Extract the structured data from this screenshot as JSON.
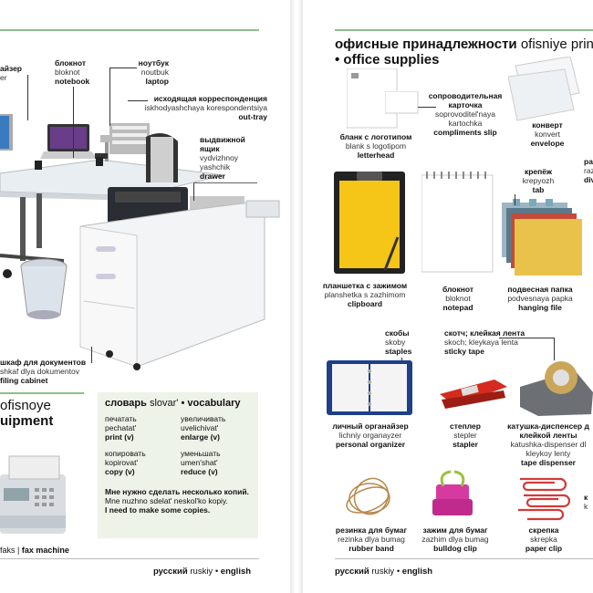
{
  "left": {
    "top_labels": {
      "organizer": {
        "ru": "айзер",
        "tr": "er"
      },
      "notepad": {
        "ru": "блокнот",
        "tr": "bloknot",
        "en": "notebook"
      },
      "laptop": {
        "ru": "ноутбук",
        "tr": "noutbuk",
        "en": "laptop"
      },
      "outtray": {
        "ru": "исходящая корреспонденция",
        "tr": "iskhodyashchaya korespondentsiya",
        "en": "out-tray"
      },
      "drawer": {
        "ru": "выдвижной ящик",
        "tr1": "vydvizhnoy",
        "tr2": "yashchik",
        "en": "drawer"
      },
      "filing": {
        "ru": "шкаф для документов",
        "tr": "shkaf dlya dokumentov",
        "en": "filing cabinet"
      }
    },
    "section": {
      "tr": "ofisnoye",
      "en": "uipment"
    },
    "fax": {
      "tr": "faks",
      "en": "fax machine"
    },
    "vocab": {
      "title_ru": "словарь",
      "title_tr": "slovar'",
      "title_en": "vocabulary",
      "words": [
        {
          "ru": "печатать",
          "tr": "pechatat'",
          "en": "print (v)"
        },
        {
          "ru": "увеличивать",
          "tr": "uvelichivat'",
          "en": "enlarge (v)"
        },
        {
          "ru": "копировать",
          "tr": "kopirovat'",
          "en": "copy (v)"
        },
        {
          "ru": "уменьшать",
          "tr": "umen'shat'",
          "en": "reduce (v)"
        }
      ],
      "sentence_ru": "Мне нужно сделать несколько копий.",
      "sentence_tr": "Mne nuzhno sdelat' neskol'ko kopiy.",
      "sentence_en": "I need to make some copies."
    },
    "footer": {
      "ru": "русский",
      "tr": "ruskiy",
      "en": "english"
    }
  },
  "right": {
    "heading_ru": "офисные принадлежности",
    "heading_tr": "ofisniye prin",
    "heading_en": "office supplies",
    "items": {
      "letterhead": {
        "ru": "бланк с логотипом",
        "tr": "blank s logotipom",
        "en": "letterhead"
      },
      "compliments": {
        "ru": "сопроводительная карточка",
        "tr": "soprovoditel'naya kartochka",
        "en": "compliments slip"
      },
      "envelope": {
        "ru": "конверт",
        "tr": "konvert",
        "en": "envelope"
      },
      "tab": {
        "ru": "крепёж",
        "tr": "krepyozh",
        "en": "tab"
      },
      "divider": {
        "ru": "ра",
        "tr": "raz",
        "en": "div"
      },
      "clipboard": {
        "ru": "планшетка с зажимом",
        "tr": "planshetka s zazhimom",
        "en": "clipboard"
      },
      "notepad": {
        "ru": "блокнот",
        "tr": "bloknot",
        "en": "notepad"
      },
      "hanging": {
        "ru": "подвесная папка",
        "tr": "podvesnaya papka",
        "en": "hanging file"
      },
      "staples": {
        "ru": "скобы",
        "tr": "skoby",
        "en": "staples"
      },
      "sticky": {
        "ru": "скотч; клейкая лента",
        "tr": "skoch; kleykaya lenta",
        "en": "sticky tape"
      },
      "organizer": {
        "ru": "личный органайзер",
        "tr": "lichniy organayzer",
        "en": "personal organizer"
      },
      "stapler": {
        "ru": "степлер",
        "tr": "stepler",
        "en": "stapler"
      },
      "dispenser": {
        "ru": "катушка-диспенсер д клейкой ленты",
        "tr": "katushka-dispenser dl kleykoy lenty",
        "en": "tape dispenser"
      },
      "rubber": {
        "ru": "резинка для бумаг",
        "tr": "rezinka dlya bumag",
        "en": "rubber band"
      },
      "bulldog": {
        "ru": "зажим для бумаг",
        "tr": "zazhim dlya bumag",
        "en": "bulldog clip"
      },
      "paperclip": {
        "ru": "скрепка",
        "tr": "skrepka",
        "en": "paper clip"
      },
      "edge": {
        "ru": "к",
        "tr": "k"
      }
    },
    "footer": {
      "ru": "русский",
      "tr": "ruskiy",
      "en": "english"
    }
  },
  "colors": {
    "rule": "#8cc08c",
    "vocab_bg": "#eef3ea",
    "clipboard_yellow": "#f5c518",
    "stapler_red": "#d42b1e"
  }
}
